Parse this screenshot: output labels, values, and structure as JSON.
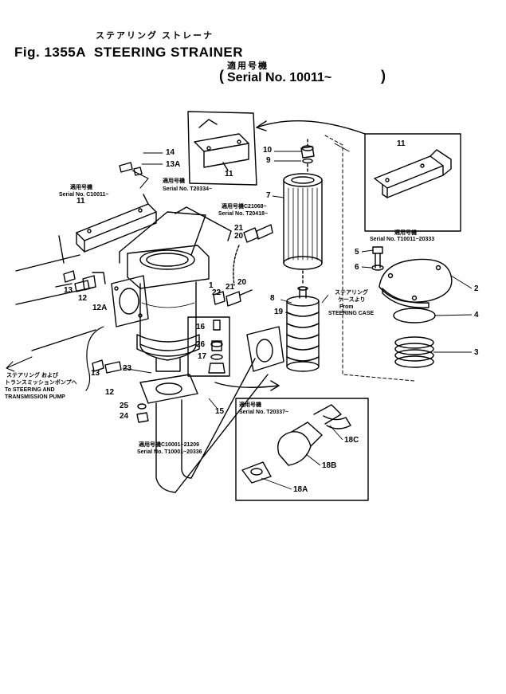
{
  "header": {
    "jp_title": "ステアリング ストレーナ",
    "fig_label": "Fig. 1355A",
    "title": "STEERING STRAINER",
    "serial_jp": "適用号機",
    "serial_open": "(",
    "serial": "Serial No. 10011~",
    "serial_close": ")"
  },
  "notes": {
    "c10011_jp": "適用号機",
    "c10011": "Serial No. C10011~",
    "t20334_jp": "適用号機",
    "t20334": "Serial No. T20334~",
    "c21068": "適用号機C21068~",
    "t20418": "Serial No. T20418~",
    "t10011_jp": "適用号機",
    "t10011": "Serial No. T10011~20333",
    "from_jp1": "ステアリング",
    "from_jp2": "ケースより",
    "from_en1": "From",
    "from_en2": "STEERING CASE",
    "to_jp1": "ステアリング および",
    "to_jp2": "トランスミッションポンプへ",
    "to_en1": "To STEERING AND",
    "to_en2": "TRANSMISSION PUMP",
    "c10001_jp": "適用号機C10001~21209",
    "t10001": "Serial No. T10001~20336",
    "t20337_jp": "適用号機",
    "t20337": "Serial No. T20337~"
  },
  "parts": {
    "p1": "1",
    "p2": "2",
    "p3": "3",
    "p4": "4",
    "p5": "5",
    "p6": "6",
    "p7": "7",
    "p8": "8",
    "p9": "9",
    "p10": "10",
    "p11a": "11",
    "p11b": "11",
    "p11c": "11",
    "p12a": "12",
    "p12b": "12",
    "p12A": "12A",
    "p13a": "13",
    "p13b": "13",
    "p13A": "13A",
    "p14": "14",
    "p15": "15",
    "p16": "16",
    "p17": "17",
    "p18A": "18A",
    "p18B": "18B",
    "p18C": "18C",
    "p19": "19",
    "p20a": "20",
    "p20b": "20",
    "p21a": "21",
    "p21b": "21",
    "p22": "22",
    "p23": "23",
    "p24": "24",
    "p25": "25",
    "p26": "26"
  }
}
